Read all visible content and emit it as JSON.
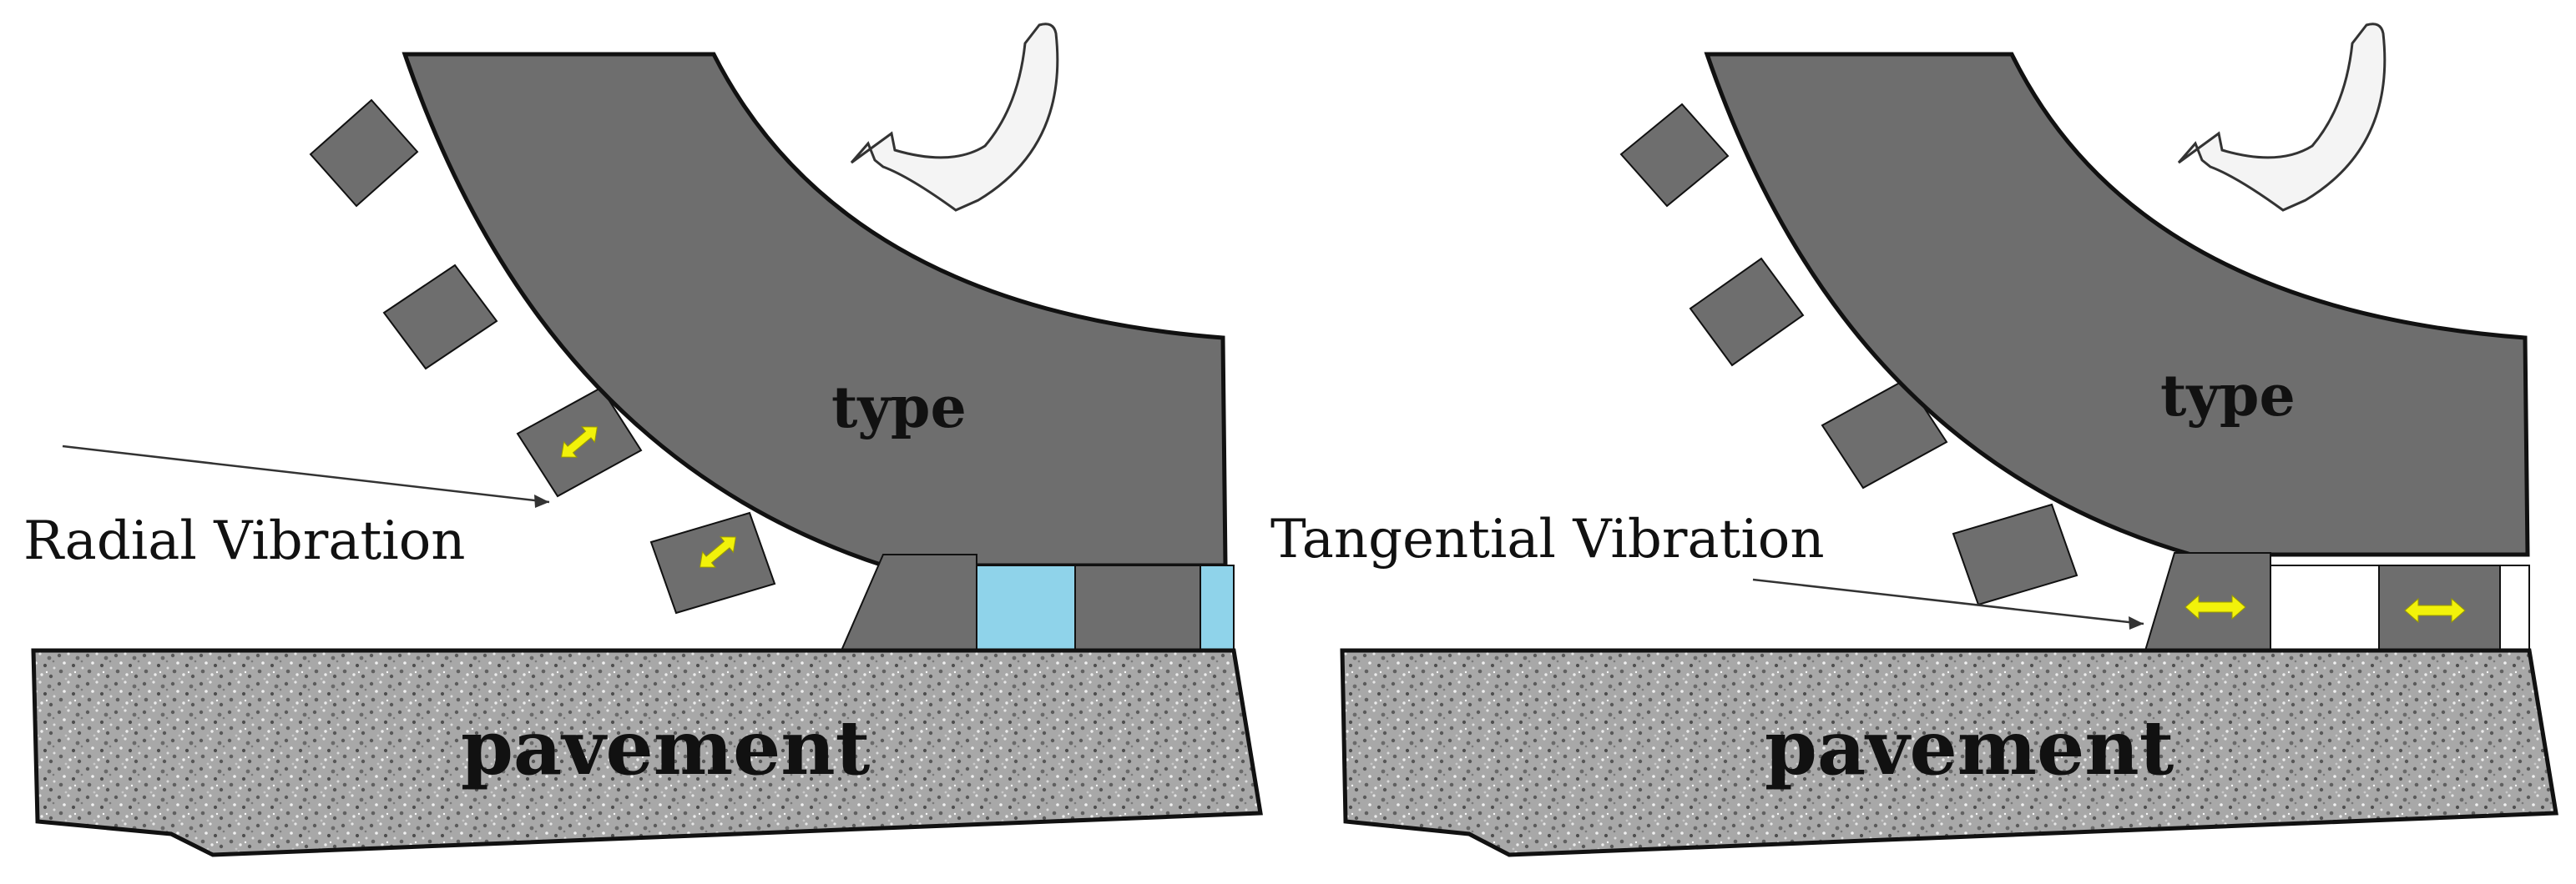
{
  "colors": {
    "tire": "#6e6e6e",
    "tread": "#6e6e6e",
    "outline": "#111111",
    "arrow": "#f2f20a",
    "pavement": "#a9a9a9",
    "cyan_gap": "#8fd3ea",
    "rotation_arrow": "#f4f4f4"
  },
  "panels": [
    {
      "tire_label": "type",
      "vibration_label": "Radial Vibration",
      "pavement_label": "pavement",
      "vibration_mode": "radial",
      "gap_fill": "cyan"
    },
    {
      "tire_label": "type",
      "vibration_label": "Tangential Vibration",
      "pavement_label": "pavement",
      "vibration_mode": "tangential",
      "gap_fill": "white"
    }
  ],
  "icons": [
    "rotation-arrow-icon",
    "double-arrow-icon"
  ]
}
